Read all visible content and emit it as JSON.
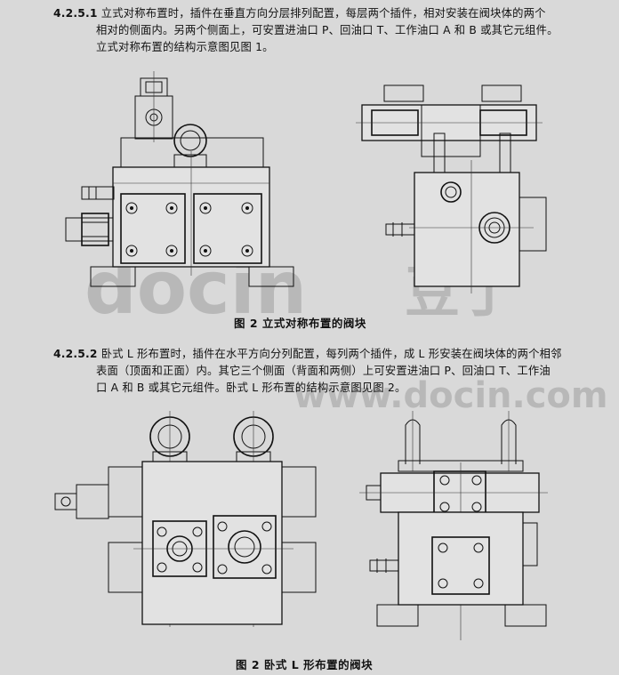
{
  "section_1": {
    "number": "4.2.5.1",
    "line1": "立式对称布置时，插件在垂直方向分层排列配置，每层两个插件，相对安装在阀块体的两个",
    "line2": "相对的侧面内。另两个侧面上，可安置进油口 P、回油口 T、工作油口 A 和 B 或其它元组件。",
    "line3": "立式对称布置的结构示意图见图 1。"
  },
  "figure_1_caption": "图 2   立式对称布置的阀块",
  "section_2": {
    "number": "4.2.5.2",
    "line1": "卧式 L 形布置时，插件在水平方向分列配置，每列两个插件，成 L 形安装在阀块体的两个相邻",
    "line2": "表面（顶面和正面）内。其它三个侧面（背面和两侧）上可安置进油口 P、回油口 T、工作油",
    "line3": "口 A 和 B 或其它元组件。卧式 L 形布置的结构示意图见图 2。"
  },
  "figure_2_caption": "图 2   卧式 L 形布置的阀块",
  "watermark": {
    "logo_text": "docin",
    "logo_cn": "豆丁",
    "url": "www.docin.com"
  }
}
